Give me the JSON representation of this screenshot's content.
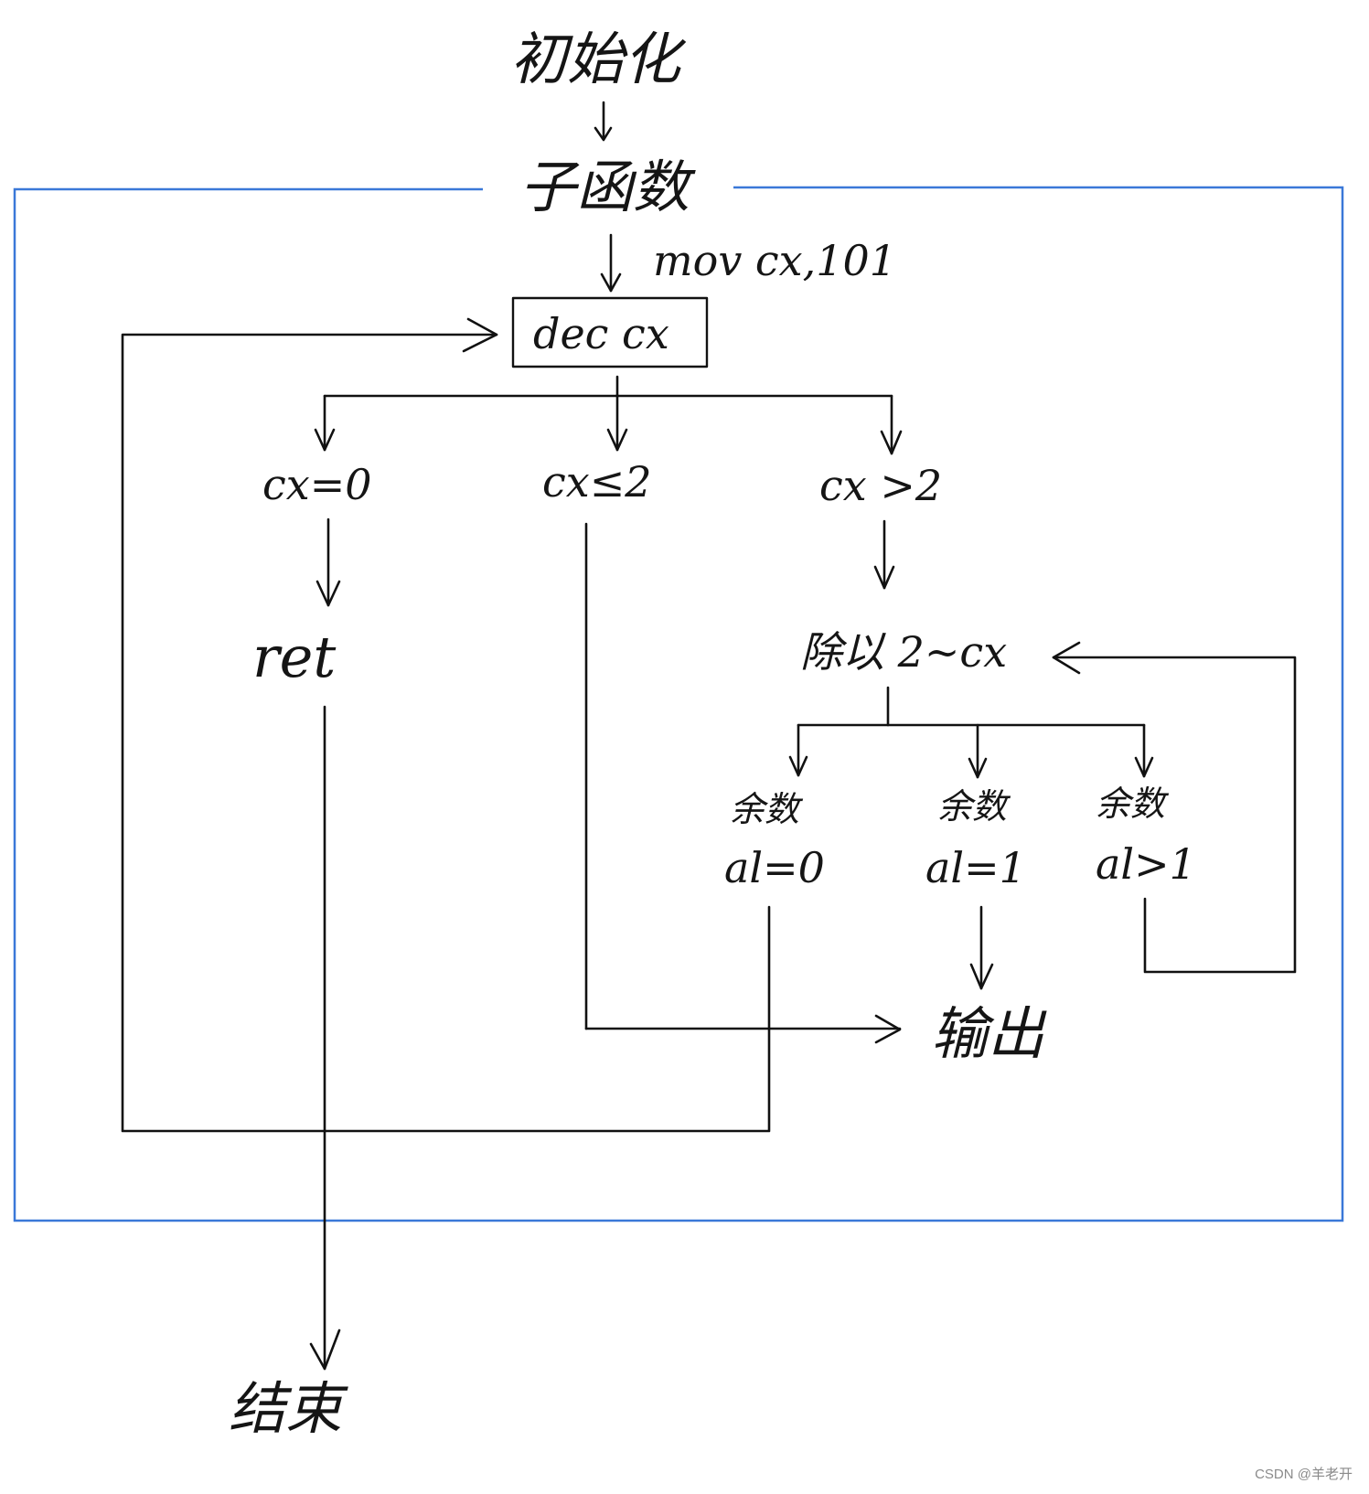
{
  "nodes": {
    "init": "初始化",
    "subroutine": "子函数",
    "mov": "mov cx,101",
    "dec": "dec cx",
    "cx_eq0": "cx=0",
    "cx_le2": "cx≤2",
    "cx_gt2": "cx >2",
    "ret": "ret",
    "divide": "除以 2~cx",
    "rem0_title": "余数",
    "rem0_cond": "al=0",
    "rem1_title": "余数",
    "rem1_cond": "al=1",
    "remgt_title": "余数",
    "remgt_cond": "al>1",
    "output": "输出",
    "end": "结束"
  },
  "watermark": "CSDN @羊老开",
  "colors": {
    "boundary": "#3a78d8",
    "stroke": "#111111",
    "text": "#151515"
  }
}
